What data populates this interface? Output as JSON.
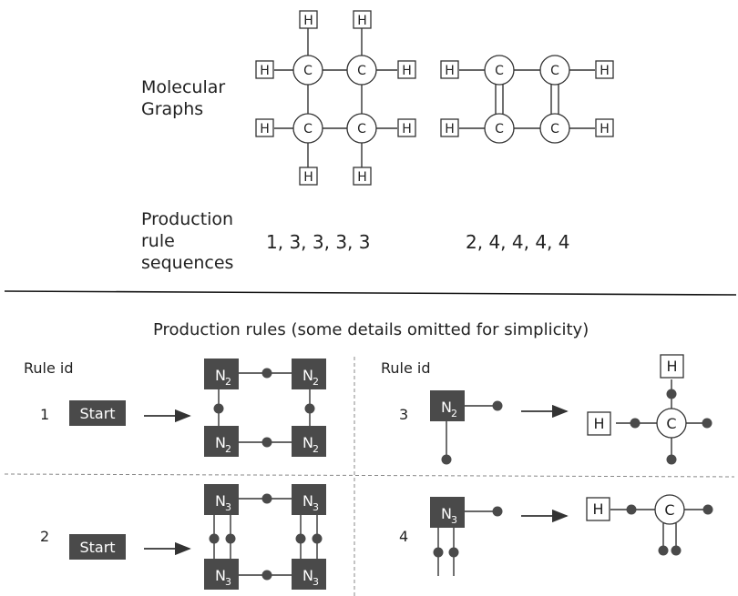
{
  "top": {
    "molecular_graphs_label": [
      "Molecular",
      "Graphs"
    ],
    "production_rule_label": [
      "Production",
      "rule",
      "sequences"
    ],
    "sequence_left": "1, 3, 3, 3, 3",
    "sequence_right": "2, 4, 4, 4, 4"
  },
  "rules_section": {
    "title": "Production rules  (some details omitted for simplicity)",
    "rule_id_label": "Rule id",
    "rules": [
      {
        "id": "1",
        "start_label": "Start",
        "node": "N",
        "sub": "2"
      },
      {
        "id": "2",
        "start_label": "Start",
        "node": "N",
        "sub": "3"
      },
      {
        "id": "3",
        "node": "N",
        "sub": "2"
      },
      {
        "id": "4",
        "node": "N",
        "sub": "3"
      }
    ]
  },
  "atoms": {
    "carbon": "C",
    "hydrogen": "H"
  },
  "colors": {
    "dark_box": "#4a4a4a",
    "line": "#333333",
    "dot": "#4a4a4a",
    "divider": "#111111",
    "dashed": "#888888"
  }
}
